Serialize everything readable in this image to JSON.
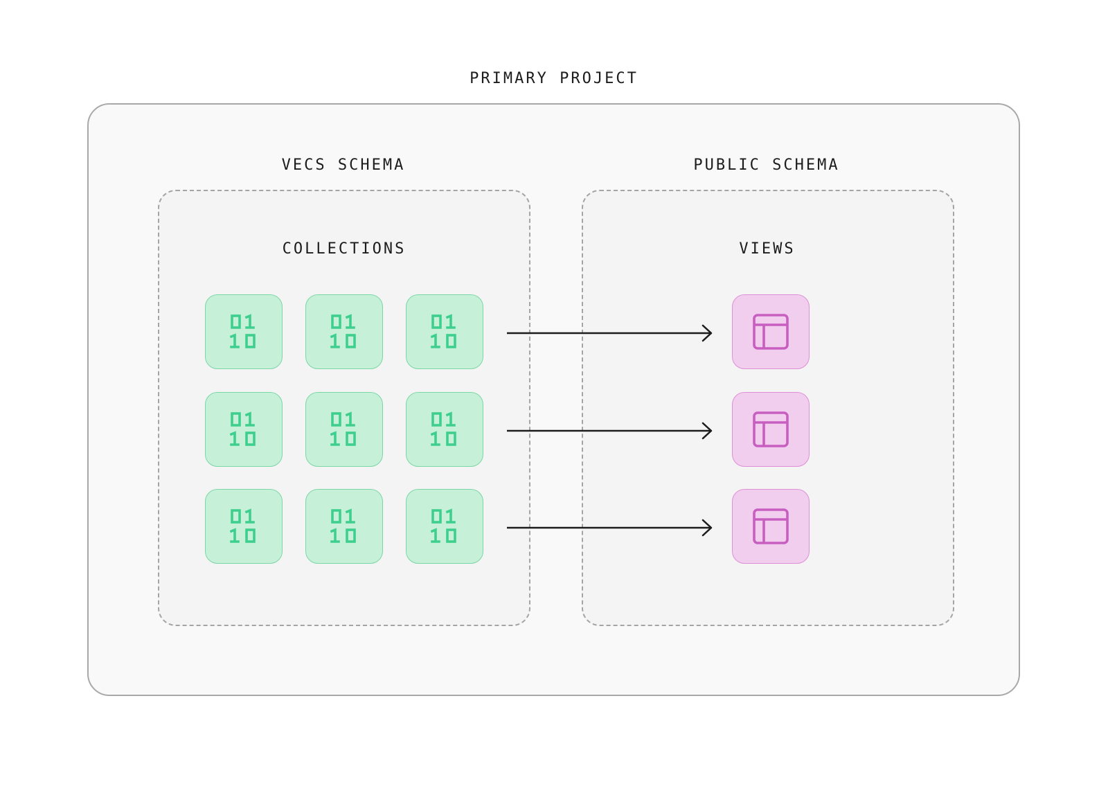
{
  "diagram": {
    "project_title": "PRIMARY PROJECT",
    "schemas": [
      {
        "title": "VECS SCHEMA",
        "group_label": "COLLECTIONS",
        "item_icon": "binary-icon",
        "item_color": "#3ecf8e",
        "rows": 3,
        "columns": 3
      },
      {
        "title": "PUBLIC SCHEMA",
        "group_label": "VIEWS",
        "item_icon": "table-icon",
        "item_color": "#c85ec0",
        "rows": 3,
        "columns": 1
      }
    ],
    "connections": [
      {
        "from": "collections-row-1",
        "to": "view-1"
      },
      {
        "from": "collections-row-2",
        "to": "view-2"
      },
      {
        "from": "collections-row-3",
        "to": "view-3"
      }
    ],
    "colors": {
      "collection_fill": "#c6f0d8",
      "collection_border": "#7ad7a5",
      "collection_icon": "#3ecf8e",
      "view_fill": "#f1cdee",
      "view_border": "#de8fd6",
      "view_icon": "#c85ec0",
      "arrow": "#1c1c1c"
    }
  }
}
